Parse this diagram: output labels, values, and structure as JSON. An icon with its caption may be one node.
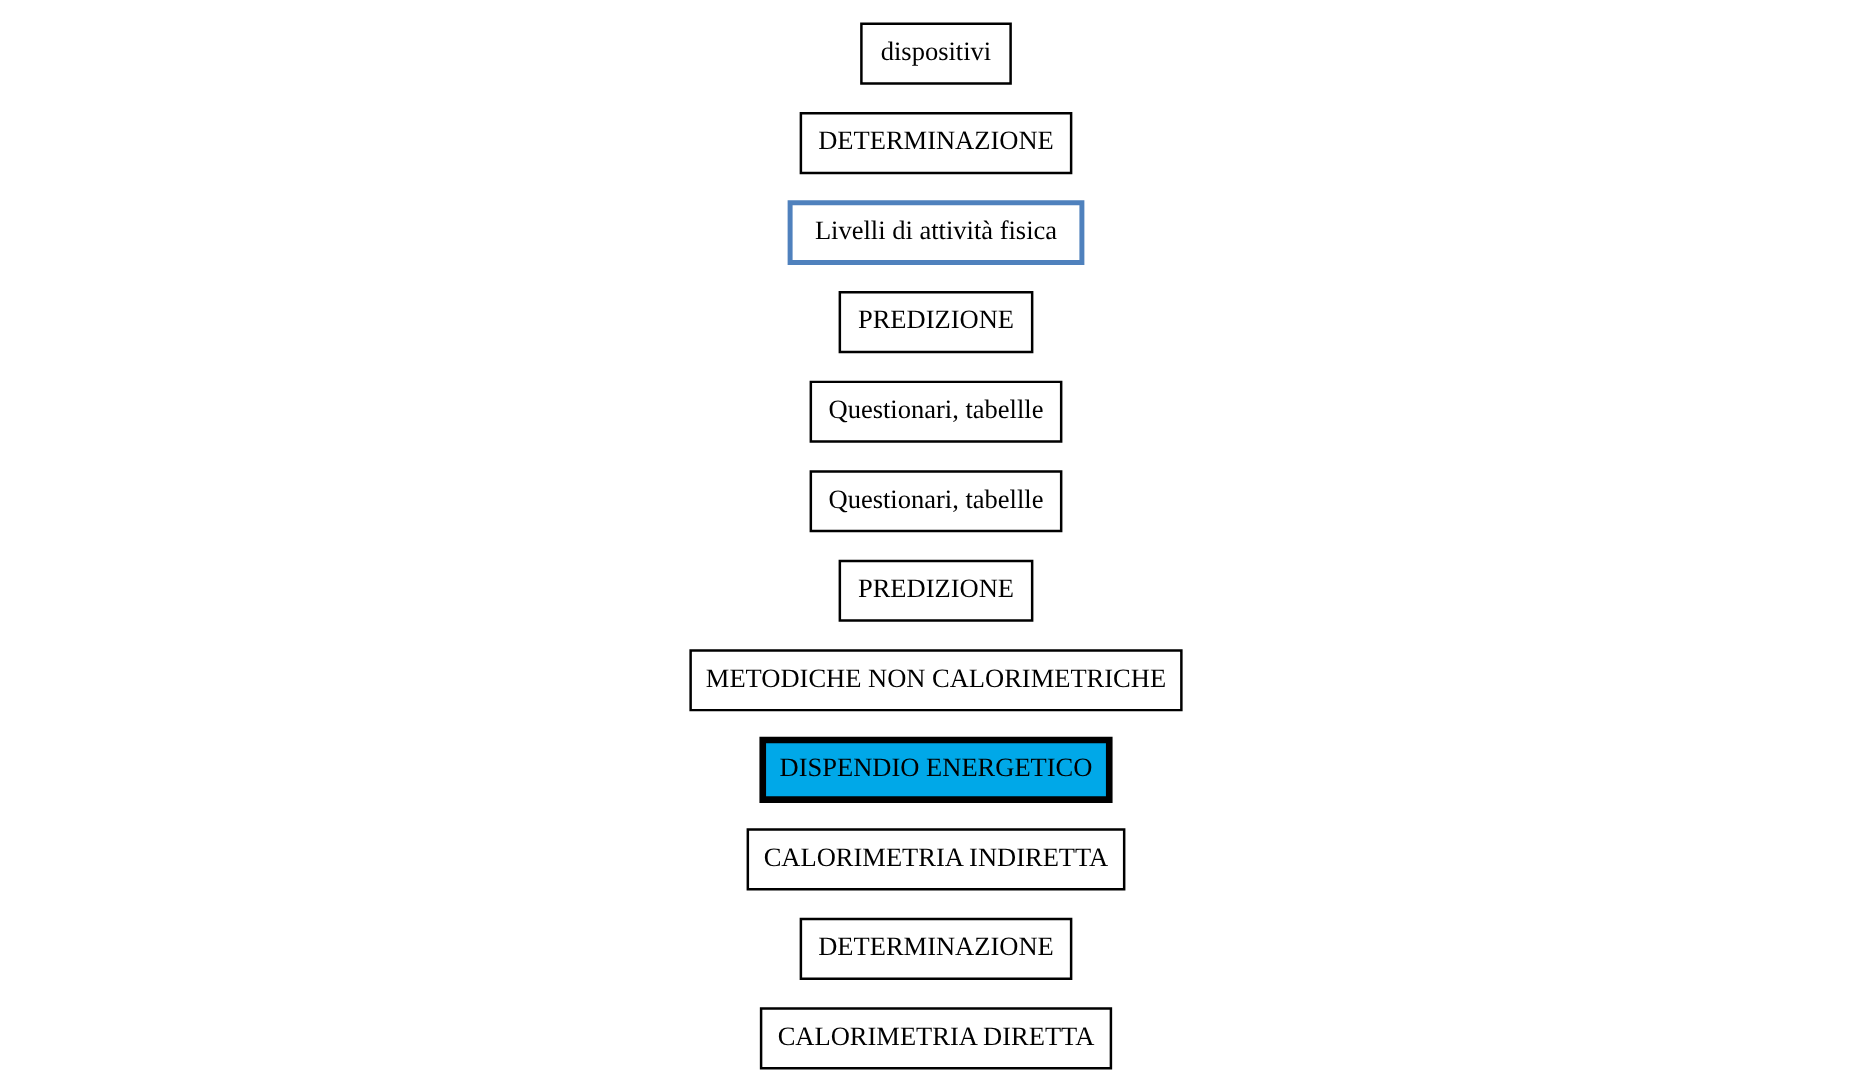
{
  "diagram": {
    "nodes": [
      {
        "text": [
          "CALORIMETRIA DIRETTA"
        ]
      },
      {
        "text": [
          "DETERMINAZIONE"
        ]
      },
      {
        "text": [
          "CALORIMETRIA INDIRETTA"
        ]
      },
      {
        "text": [
          "DISPENDIO ENERGETICO"
        ]
      },
      {
        "text": [
          "METODICHE NON CALORIMETRICHE"
        ]
      },
      {
        "text": [
          "PREDIZIONE"
        ]
      },
      {
        "text": [
          "Questionari, tabellle"
        ]
      },
      {
        "text": [
          "Questionari, tabellle"
        ]
      },
      {
        "text": [
          "PREDIZIONE"
        ]
      },
      {
        "text": [
          "Livelli di attività fisica"
        ]
      },
      {
        "text": [
          "DETERMINAZIONE"
        ]
      },
      {
        "text": [
          "dispositivi"
        ]
      }
    ]
  }
}
